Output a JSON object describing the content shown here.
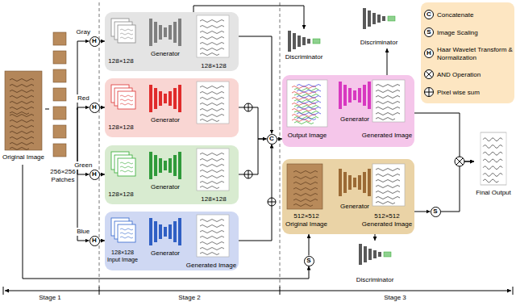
{
  "diagram": {
    "nodes": [
      {
        "text": [
          "Original Image"
        ]
      },
      {
        "text": [
          "256×256 Patches"
        ]
      },
      {
        "text": [
          "H"
        ]
      },
      {
        "text": [
          "H"
        ]
      },
      {
        "text": [
          "H"
        ]
      },
      {
        "text": [
          "H"
        ]
      },
      {
        "text": [
          "128×128",
          "Generator",
          "128×128"
        ]
      },
      {
        "text": [
          "128×128",
          "Generator"
        ]
      },
      {
        "text": [
          "128×128",
          "Generator",
          "128×128"
        ]
      },
      {
        "text": [
          "128×128 Input Image",
          "Generator",
          "Generated Image"
        ]
      },
      {
        "text": [
          "Discriminator"
        ]
      },
      {
        "text": [
          "C"
        ]
      },
      {
        "text": [
          "Output Image",
          "Generator",
          "Generated Image"
        ]
      },
      {
        "text": [
          "Discriminator"
        ]
      },
      {
        "text": [
          "512×512 Original Image",
          "Generator",
          "512×512 Generated Image"
        ]
      },
      {
        "text": [
          "S"
        ]
      },
      {
        "text": [
          "S"
        ]
      },
      {
        "text": [
          "Discriminator"
        ]
      },
      {
        "text": [
          "Final Output"
        ]
      }
    ],
    "edges": [
      {
        "from": 0,
        "to": 1,
        "arrow": "none"
      },
      {
        "from": 1,
        "to": 2,
        "label": "Gray",
        "arrow": "to"
      },
      {
        "from": 1,
        "to": 3,
        "label": "Red",
        "arrow": "to"
      },
      {
        "from": 1,
        "to": 4,
        "label": "Green",
        "arrow": "to"
      },
      {
        "from": 1,
        "to": 5,
        "label": "Blue",
        "arrow": "to"
      },
      {
        "from": 2,
        "to": 6,
        "arrow": "to"
      },
      {
        "from": 3,
        "to": 7,
        "arrow": "to"
      },
      {
        "from": 4,
        "to": 8,
        "arrow": "to"
      },
      {
        "from": 5,
        "to": 9,
        "arrow": "to"
      },
      {
        "from": 6,
        "to": 10,
        "arrow": "to"
      },
      {
        "from": 6,
        "to": 11,
        "arrow": "to"
      },
      {
        "from": 7,
        "to": 11,
        "arrow": "to"
      },
      {
        "from": 8,
        "to": 11,
        "arrow": "to"
      },
      {
        "from": 9,
        "to": 11,
        "arrow": "to"
      },
      {
        "from": 11,
        "to": 12,
        "arrow": "to"
      },
      {
        "from": 12,
        "to": 13,
        "arrow": "to"
      },
      {
        "from": 12,
        "to": 18,
        "arrow": "to"
      },
      {
        "from": 0,
        "to": 16,
        "arrow": "to"
      },
      {
        "from": 16,
        "to": 14,
        "arrow": "to"
      },
      {
        "from": 14,
        "to": 17,
        "arrow": "to"
      },
      {
        "from": 14,
        "to": 15,
        "arrow": "to"
      },
      {
        "from": 15,
        "to": 18,
        "arrow": "to"
      }
    ],
    "labels": [
      "C",
      "S",
      "H",
      "Stage 1",
      "Stage 2",
      "Stage 3"
    ],
    "legend": [
      {
        "text": "Concatenate"
      },
      {
        "text": "Image Scaling"
      },
      {
        "text": "Haar Wavelet Transform & Normalization"
      },
      {
        "text": "AND Operation"
      },
      {
        "text": "Pixel wise sum"
      }
    ]
  }
}
